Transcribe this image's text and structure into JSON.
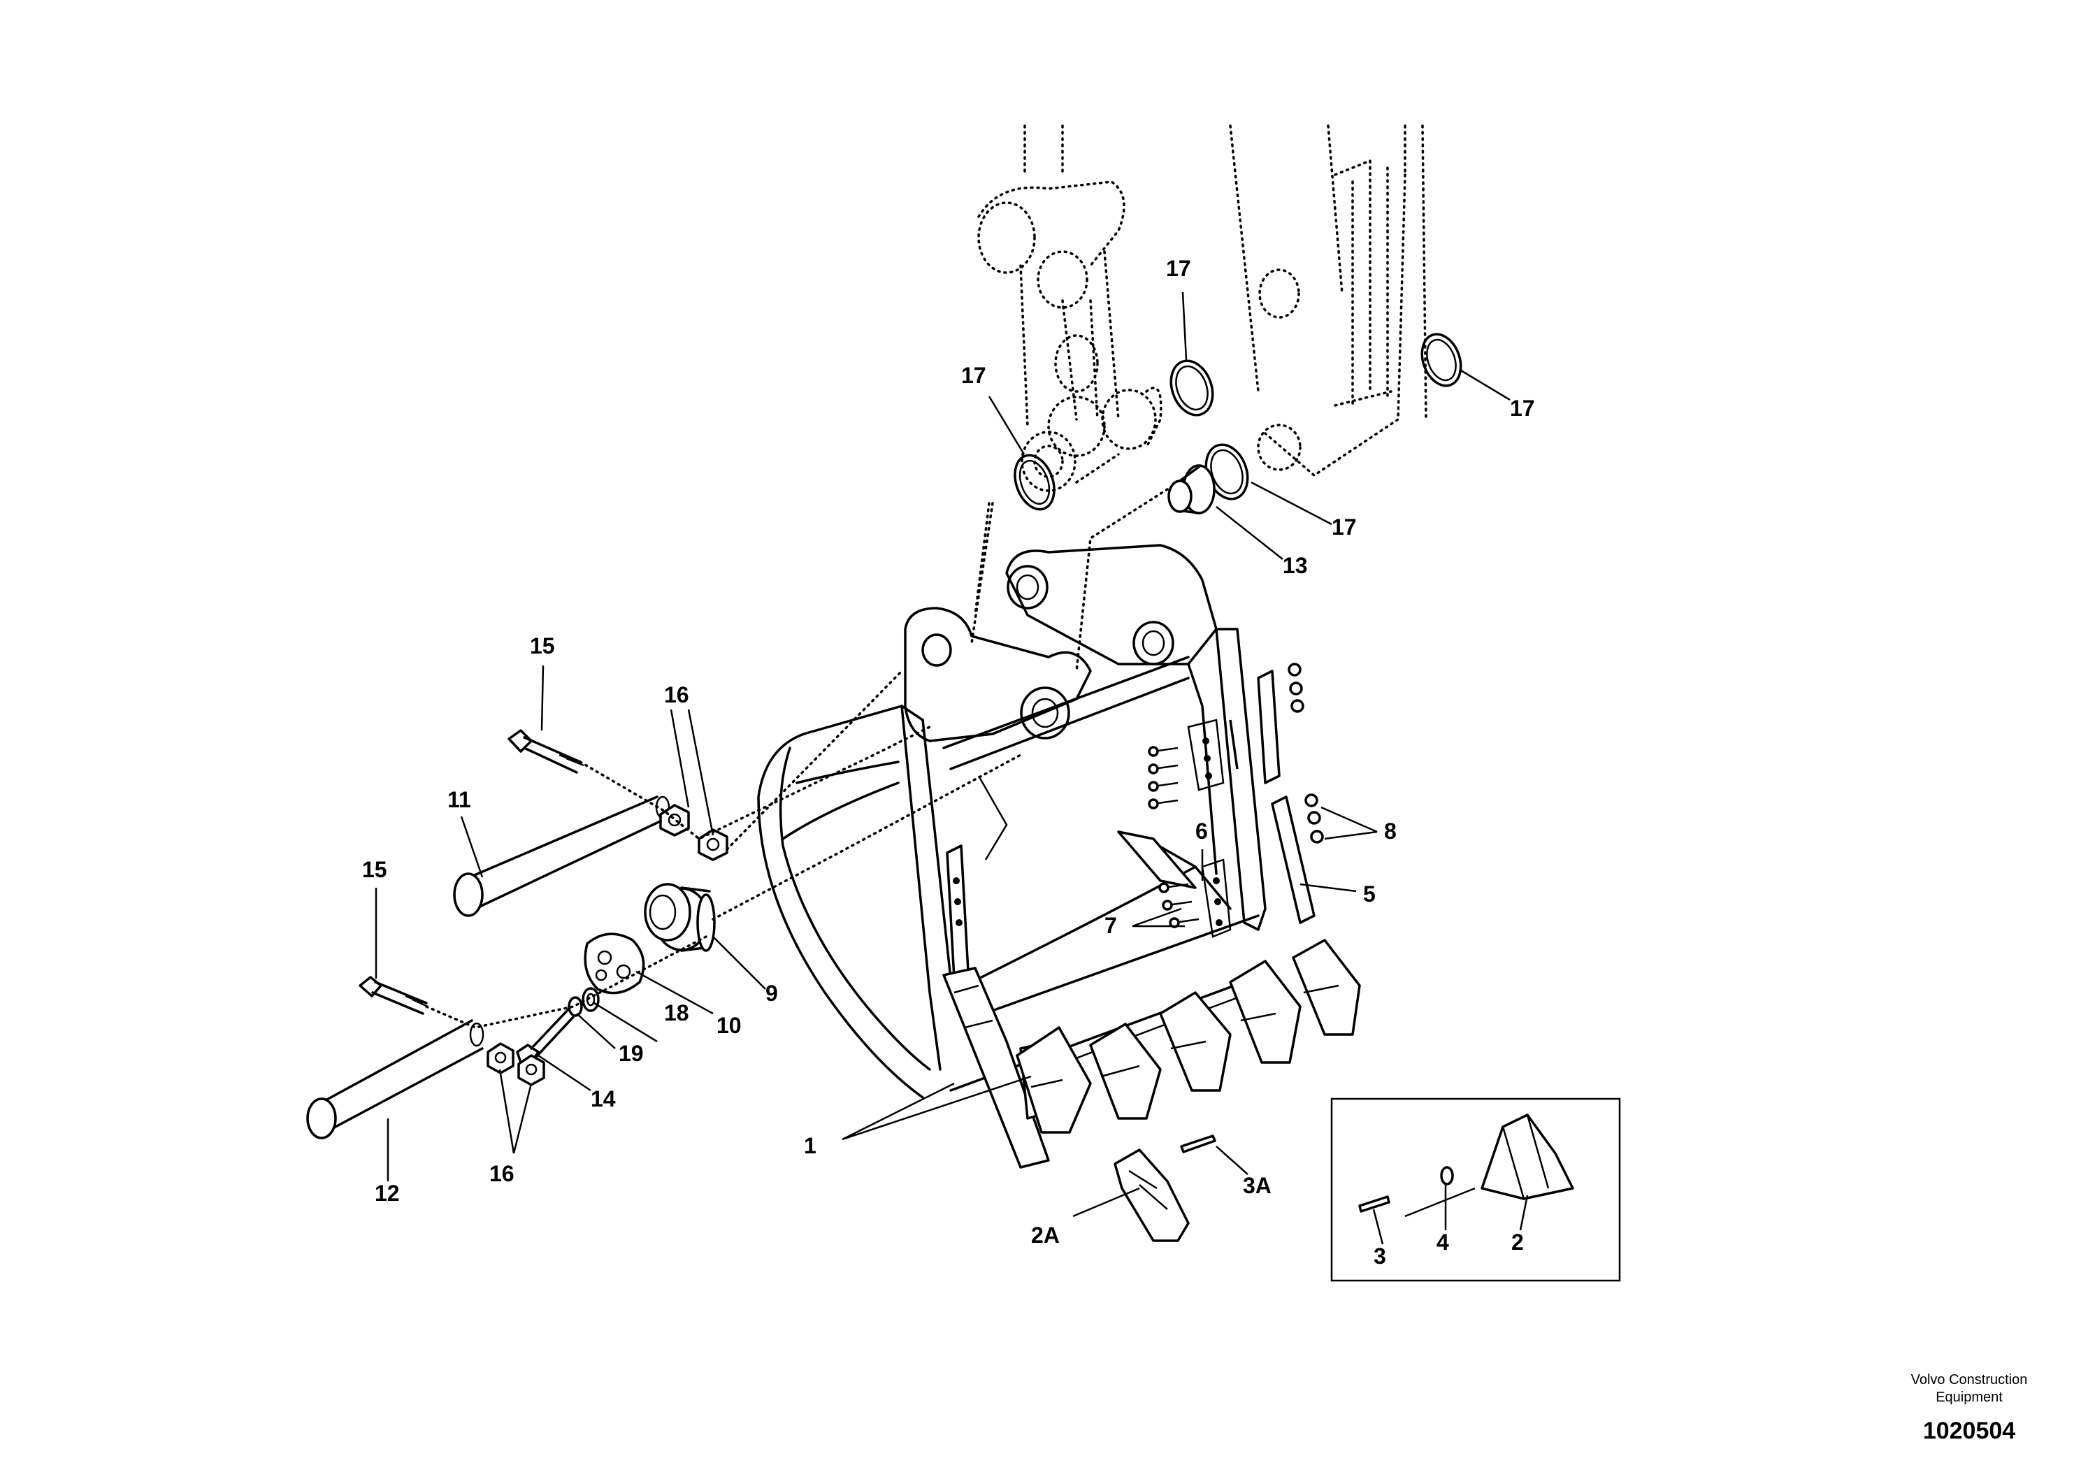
{
  "callouts": {
    "c17a": "17",
    "c17b": "17",
    "c17c": "17",
    "c17d": "17",
    "c13": "13",
    "c15a": "15",
    "c15b": "15",
    "c16a": "16",
    "c16b": "16",
    "c11": "11",
    "c12": "12",
    "c9": "9",
    "c10": "10",
    "c18": "18",
    "c19": "19",
    "c14": "14",
    "c6": "6",
    "c7": "7",
    "c8": "8",
    "c5": "5",
    "c1": "1",
    "c2A": "2A",
    "c3A": "3A",
    "c3": "3",
    "c4": "4",
    "c2": "2"
  },
  "footer": {
    "line1": "Volvo Construction",
    "line2": "Equipment",
    "id": "1020504"
  }
}
